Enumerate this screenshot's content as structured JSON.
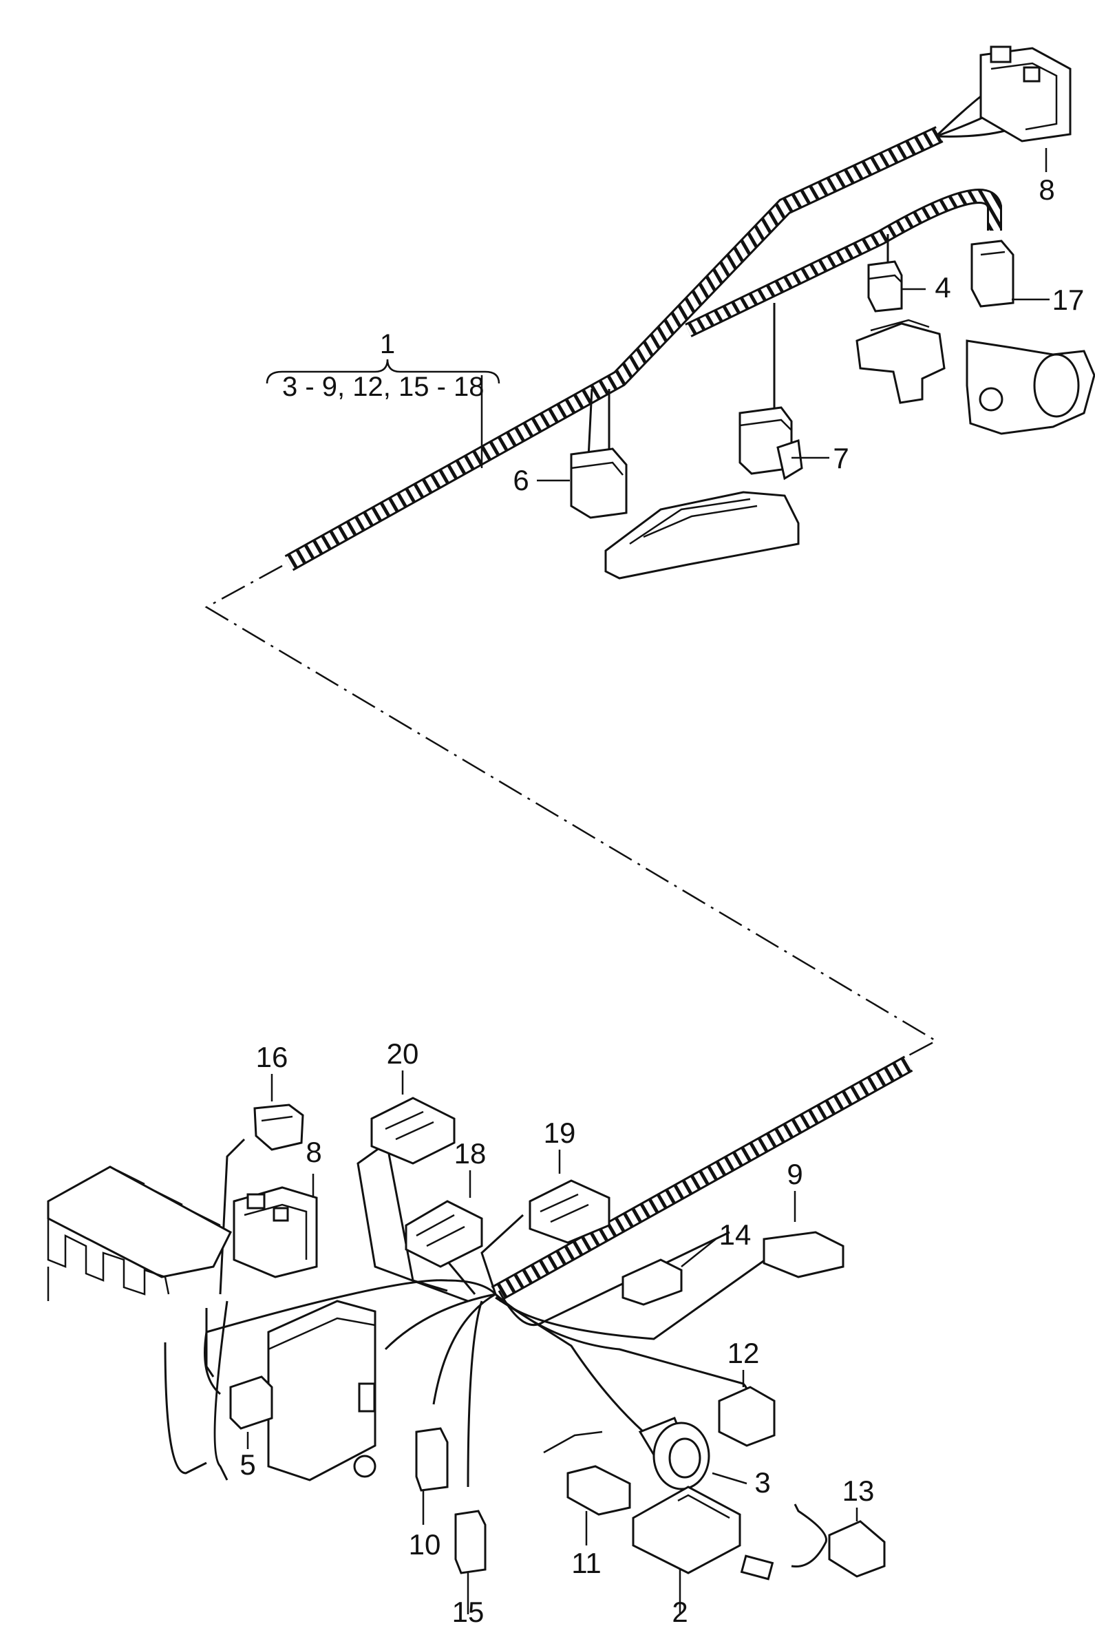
{
  "diagram": {
    "group_label": {
      "number": "1",
      "range": "3 - 9, 12, 15 - 18"
    },
    "callouts": [
      {
        "id": "c8-top",
        "text": "8"
      },
      {
        "id": "c4",
        "text": "4"
      },
      {
        "id": "c17",
        "text": "17"
      },
      {
        "id": "c6",
        "text": "6"
      },
      {
        "id": "c7",
        "text": "7"
      },
      {
        "id": "c16",
        "text": "16"
      },
      {
        "id": "c20",
        "text": "20"
      },
      {
        "id": "c8-bottom",
        "text": "8"
      },
      {
        "id": "c18",
        "text": "18"
      },
      {
        "id": "c19",
        "text": "19"
      },
      {
        "id": "c9",
        "text": "9"
      },
      {
        "id": "c14",
        "text": "14"
      },
      {
        "id": "c12",
        "text": "12"
      },
      {
        "id": "c5",
        "text": "5"
      },
      {
        "id": "c3",
        "text": "3"
      },
      {
        "id": "c10",
        "text": "10"
      },
      {
        "id": "c11",
        "text": "11"
      },
      {
        "id": "c13",
        "text": "13"
      },
      {
        "id": "c15",
        "text": "15"
      },
      {
        "id": "c2",
        "text": "2"
      }
    ]
  }
}
